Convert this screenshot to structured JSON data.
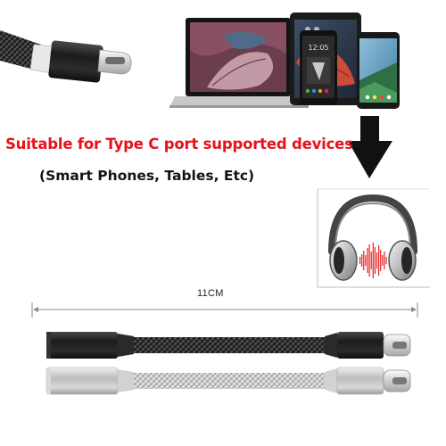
{
  "headline": "Suitable for Type C port supported devices",
  "subline": "(Smart Phones, Tables, Etc)",
  "length_label": "11CM",
  "colors": {
    "headline": "#e4121a",
    "sound_wave": "#e1221f",
    "cable_black": "#222222",
    "cable_silver": "#c8c8c8",
    "arrow": "#111111"
  },
  "icons": {
    "arrow": "down-arrow-icon",
    "headphones": "headphones-icon",
    "sound": "sound-wave-icon"
  }
}
